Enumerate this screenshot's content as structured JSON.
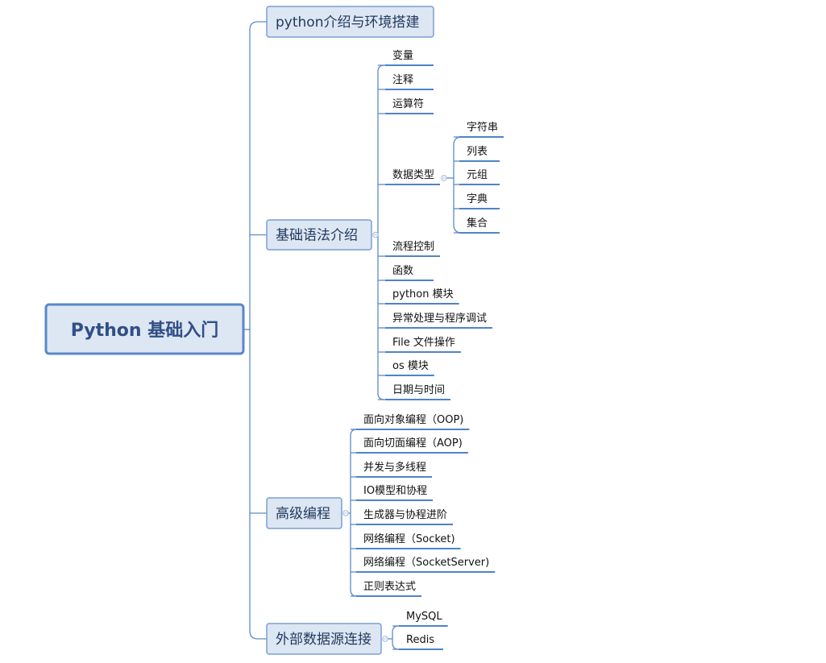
{
  "colors": {
    "line": "#5d8ac9",
    "underline": "#4f83c8",
    "root_fill": "#dde6f3",
    "root_stroke": "#5b87c8",
    "l1_fill": "#dde6f3",
    "l1_stroke": "#7a9fd4",
    "collapse_circle": "#9fb7dc"
  },
  "mindmap": {
    "root": "Python 基础入门",
    "branches": [
      {
        "label": "python介绍与环境搭建",
        "children": []
      },
      {
        "label": "基础语法介绍",
        "children": [
          {
            "label": "变量"
          },
          {
            "label": "注释"
          },
          {
            "label": "运算符"
          },
          {
            "label": "数据类型",
            "children": [
              "字符串",
              "列表",
              "元组",
              "字典",
              "集合"
            ]
          },
          {
            "label": "流程控制"
          },
          {
            "label": "函数"
          },
          {
            "label": "python 模块"
          },
          {
            "label": "异常处理与程序调试"
          },
          {
            "label": "File 文件操作"
          },
          {
            "label": "os 模块"
          },
          {
            "label": "日期与时间"
          }
        ]
      },
      {
        "label": "高级编程",
        "children": [
          {
            "label": "面向对象编程（OOP)"
          },
          {
            "label": "面向切面编程（AOP)"
          },
          {
            "label": "并发与多线程"
          },
          {
            "label": "IO模型和协程"
          },
          {
            "label": "生成器与协程进阶"
          },
          {
            "label": "网络编程（Socket)"
          },
          {
            "label": "网络编程（SocketServer)"
          },
          {
            "label": "正则表达式"
          }
        ]
      },
      {
        "label": "外部数据源连接",
        "children": [
          {
            "label": "MySQL"
          },
          {
            "label": "Redis"
          }
        ]
      }
    ]
  }
}
